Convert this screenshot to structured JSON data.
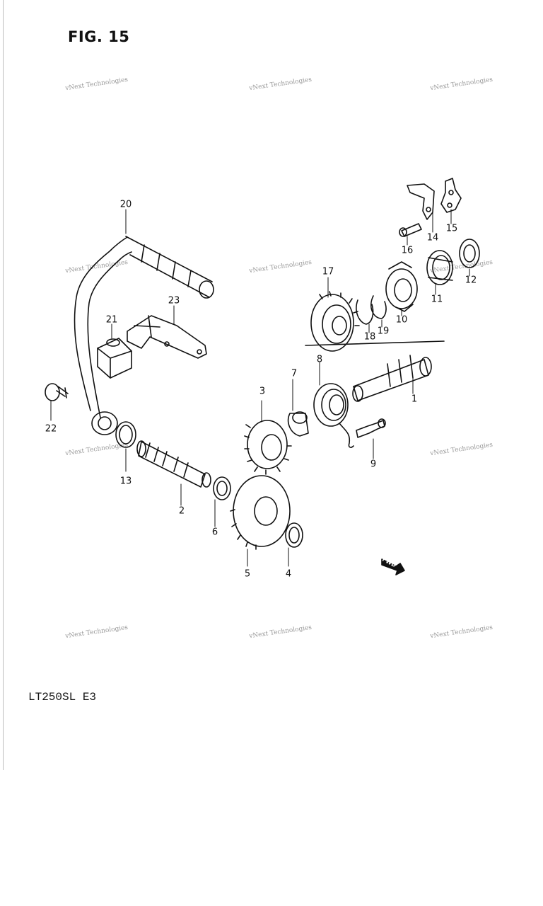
{
  "figure": {
    "title": "FIG. 15",
    "model": "LT250SL  E3"
  },
  "watermark": {
    "text": "vNext Technologies"
  },
  "callouts": [
    {
      "id": "p1",
      "label": "1"
    },
    {
      "id": "p2",
      "label": "2"
    },
    {
      "id": "p3",
      "label": "3"
    },
    {
      "id": "p4",
      "label": "4"
    },
    {
      "id": "p5",
      "label": "5"
    },
    {
      "id": "p6",
      "label": "6"
    },
    {
      "id": "p7",
      "label": "7"
    },
    {
      "id": "p8",
      "label": "8"
    },
    {
      "id": "p9",
      "label": "9"
    },
    {
      "id": "p10",
      "label": "10"
    },
    {
      "id": "p11",
      "label": "11"
    },
    {
      "id": "p12",
      "label": "12"
    },
    {
      "id": "p13",
      "label": "13"
    },
    {
      "id": "p14",
      "label": "14"
    },
    {
      "id": "p15",
      "label": "15"
    },
    {
      "id": "p16",
      "label": "16"
    },
    {
      "id": "p17",
      "label": "17"
    },
    {
      "id": "p18",
      "label": "18"
    },
    {
      "id": "p19",
      "label": "19"
    },
    {
      "id": "p20",
      "label": "20"
    },
    {
      "id": "p21",
      "label": "21"
    },
    {
      "id": "p22",
      "label": "22"
    },
    {
      "id": "p23",
      "label": "23"
    }
  ],
  "fwd_marker": {
    "label": "FWD"
  }
}
